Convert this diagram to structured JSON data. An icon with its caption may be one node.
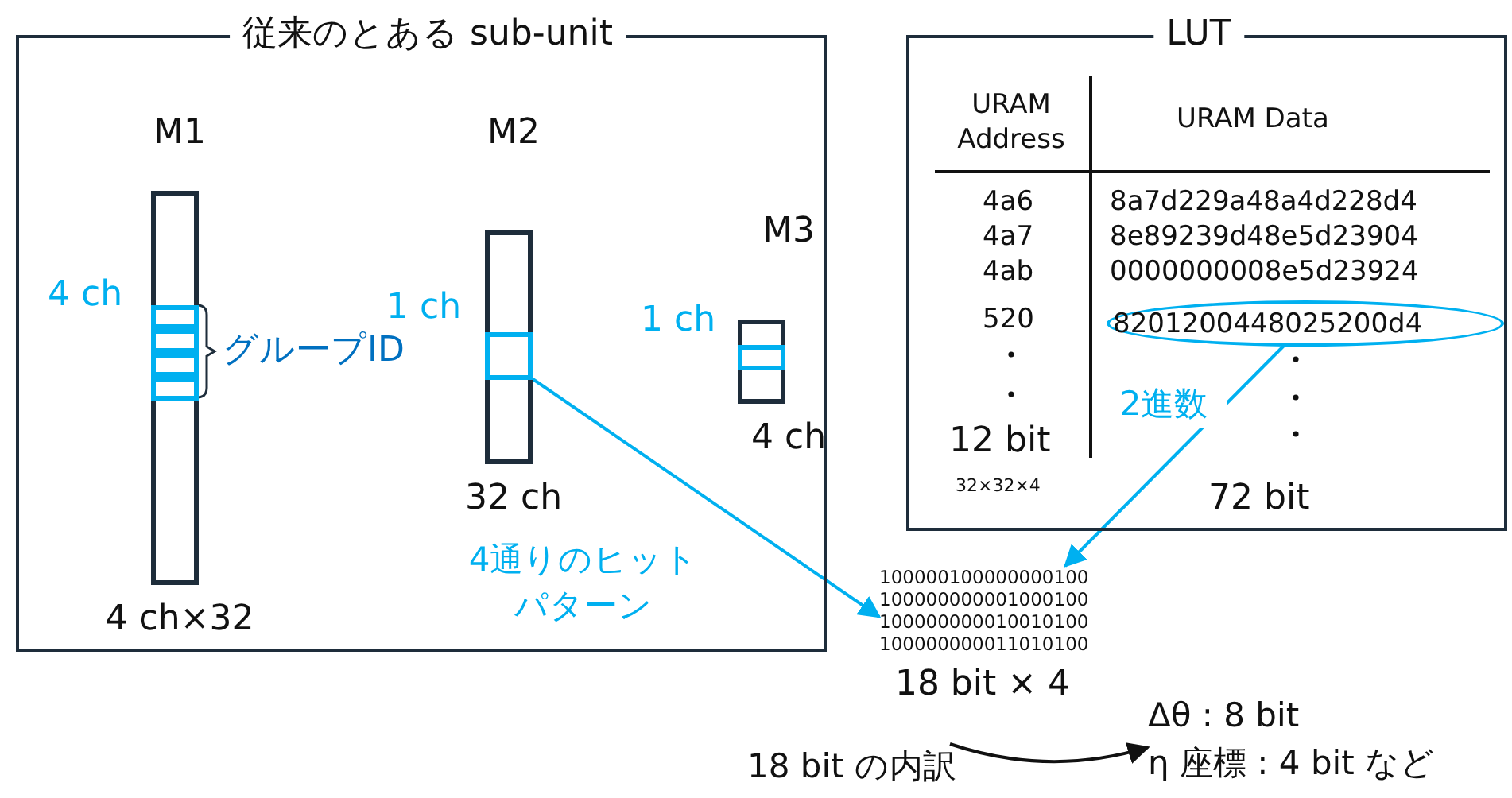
{
  "diagram": {
    "nodes": [
      {
        "text": [
          "従来のとある sub-unit"
        ]
      },
      {
        "text": [
          "M1"
        ],
        "beside": [
          "4 ch×32"
        ],
        "in": 0
      },
      {
        "text": [
          "M2"
        ],
        "beside": [
          "32 ch"
        ],
        "in": 0
      },
      {
        "text": [],
        "shape": "box",
        "beside": [
          "1 ch"
        ],
        "in": 2
      },
      {
        "text": [
          "M3"
        ],
        "beside": [
          "4 ch"
        ],
        "in": 0
      },
      {
        "text": [],
        "shape": "box",
        "beside": [
          "1 ch"
        ],
        "in": 4
      },
      {
        "text": [
          "LUT"
        ]
      },
      {
        "text": [
          "8201200448025200d4"
        ],
        "in": 6
      },
      {
        "text": [
          "100000100000000100",
          "100000000001000100",
          "100000000010010100",
          "100000000011010100"
        ],
        "beside": [
          "18 bit × 4"
        ]
      },
      {
        "text": [
          "18 bit の内訳"
        ]
      },
      {
        "text": [
          "Δθ : 8 bit",
          "η 座標 : 4 bit など"
        ]
      }
    ],
    "edges": [
      {
        "from": 3,
        "to": 8,
        "arrow": "to",
        "label": "4通りのヒットパターン",
        "color": "#00b0f0"
      },
      {
        "from": 7,
        "to": 8,
        "arrow": "to",
        "label": "2進数",
        "color": "#00b0f0"
      },
      {
        "from": 9,
        "to": 10,
        "arrow": "to",
        "color": "#111111"
      }
    ],
    "labels": [
      "4 ch",
      "グループID",
      "URAM Address",
      "URAM Data",
      "4a6",
      "8a7d229a48a4d228d4",
      "4a7",
      "8e89239d48e5d23904",
      "4ab",
      "0000000008e5d23924",
      "520",
      "12 bit",
      "32×32×4",
      "72 bit"
    ]
  }
}
